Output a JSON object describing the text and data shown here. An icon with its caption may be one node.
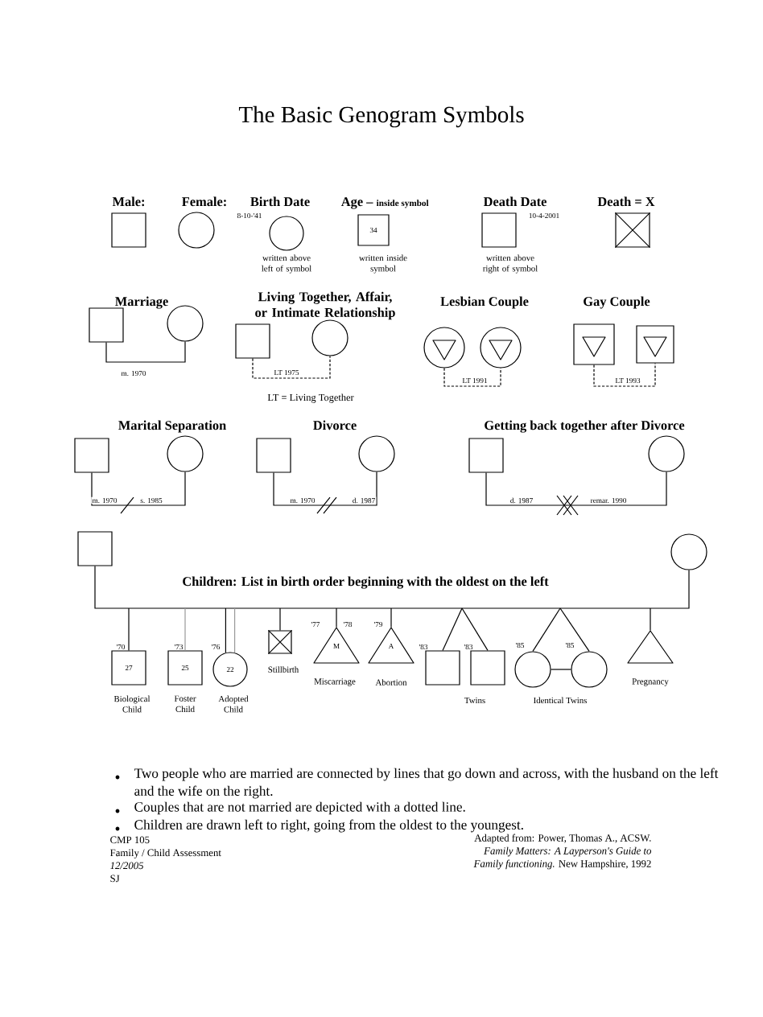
{
  "diagram": {
    "title": "The Basic Genogram Symbols",
    "nodes": [
      {
        "text": [],
        "shape": "box"
      },
      {
        "text": [],
        "shape": "circle"
      },
      {
        "text": [],
        "shape": "circle",
        "beside": [
          "8-10-'41"
        ]
      },
      {
        "text": [
          "34"
        ]
      },
      {
        "text": [],
        "shape": "box",
        "beside": [
          "10-4-2001"
        ]
      },
      {
        "text": [],
        "shape": "box"
      },
      {
        "text": [],
        "shape": "box"
      },
      {
        "text": [],
        "shape": "circle"
      },
      {
        "text": [],
        "shape": "box"
      },
      {
        "text": [],
        "shape": "circle"
      },
      {
        "text": [],
        "shape": "circle"
      },
      {
        "text": [],
        "shape": "triangle",
        "in": 10
      },
      {
        "text": [],
        "shape": "circle"
      },
      {
        "text": [],
        "shape": "triangle",
        "in": 12
      },
      {
        "text": [],
        "shape": "box"
      },
      {
        "text": [],
        "shape": "triangle",
        "in": 14
      },
      {
        "text": [],
        "shape": "box"
      },
      {
        "text": [],
        "shape": "triangle",
        "in": 16
      },
      {
        "text": [],
        "shape": "box"
      },
      {
        "text": [],
        "shape": "circle"
      },
      {
        "text": [],
        "shape": "box"
      },
      {
        "text": [],
        "shape": "circle"
      },
      {
        "text": [],
        "shape": "box"
      },
      {
        "text": [],
        "shape": "circle"
      },
      {
        "text": [],
        "shape": "box"
      },
      {
        "text": [],
        "shape": "circle"
      },
      {
        "text": [
          "27"
        ],
        "beside": [
          "'70",
          "Biological Child"
        ]
      },
      {
        "text": [
          "25"
        ],
        "beside": [
          "'73",
          "Foster Child"
        ]
      },
      {
        "text": [
          "22"
        ],
        "beside": [
          "'76",
          "Adopted Child"
        ]
      },
      {
        "text": [],
        "shape": "box",
        "beside": [
          "Stillbirth"
        ]
      },
      {
        "text": [
          "M"
        ],
        "beside": [
          "'77",
          "'78",
          "Miscarriage"
        ]
      },
      {
        "text": [
          "A"
        ],
        "beside": [
          "'79",
          "Abortion"
        ]
      },
      {
        "text": [],
        "shape": "box",
        "beside": [
          "'83"
        ]
      },
      {
        "text": [],
        "shape": "box",
        "beside": [
          "'83"
        ]
      },
      {
        "text": [],
        "shape": "circle",
        "beside": [
          "'85"
        ]
      },
      {
        "text": [],
        "shape": "circle",
        "beside": [
          "'85"
        ]
      },
      {
        "text": [],
        "shape": "triangle",
        "beside": [
          "Pregnancy"
        ]
      }
    ],
    "edges": [
      {
        "from": 6,
        "to": 7,
        "arrow": "none",
        "label": "m. 1970"
      },
      {
        "from": 8,
        "to": 9,
        "arrow": "none",
        "label": "LT 1975",
        "style": "dashed"
      },
      {
        "from": 10,
        "to": 12,
        "arrow": "none",
        "label": "LT 1991",
        "style": "dashed"
      },
      {
        "from": 14,
        "to": 16,
        "arrow": "none",
        "label": "LT 1993",
        "style": "dashed"
      },
      {
        "from": 18,
        "to": 19,
        "arrow": "none",
        "label": "m. 1970"
      },
      {
        "from": 20,
        "to": 21,
        "arrow": "none",
        "label": "m. 1970"
      },
      {
        "from": 22,
        "to": 23,
        "arrow": "none",
        "label": "d. 1987"
      },
      {
        "from": 24,
        "to": 25,
        "arrow": "none"
      },
      {
        "from": null,
        "to": 26,
        "arrow": "none"
      },
      {
        "from": null,
        "to": 27,
        "arrow": "none",
        "color": "#999999"
      },
      {
        "from": null,
        "to": 28,
        "arrow": "none"
      },
      {
        "from": null,
        "to": 29,
        "arrow": "none"
      },
      {
        "from": null,
        "to": 30,
        "arrow": "none"
      },
      {
        "from": null,
        "to": 31,
        "arrow": "none"
      },
      {
        "from": null,
        "to": 32,
        "arrow": "none"
      },
      {
        "from": null,
        "to": 33,
        "arrow": "none"
      },
      {
        "from": null,
        "to": 34,
        "arrow": "none"
      },
      {
        "from": null,
        "to": 35,
        "arrow": "none"
      },
      {
        "from": 34,
        "to": 35,
        "arrow": "none"
      },
      {
        "from": null,
        "to": 36,
        "arrow": "none"
      },
      {
        "from": null,
        "to": 28,
        "arrow": "none",
        "color": "#999999"
      }
    ],
    "labels": [
      "Male:",
      "Female:",
      "Birth Date",
      "Age –",
      "inside symbol",
      "Death Date",
      "Death = X",
      "written above left of symbol",
      "written inside symbol",
      "written above right of symbol",
      "Marriage",
      "Living Together, Affair, or Intimate Relationship",
      "Lesbian Couple",
      "Gay Couple",
      "LT = Living Together",
      "Marital Separation",
      "Divorce",
      "Getting back together after Divorce",
      "s. 1985",
      "d. 1987",
      "remar. 1990",
      "Children: List in birth order beginning with the oldest on the left",
      "Twins",
      "Identical Twins",
      "Two people who are married are connected by lines that go down and across, with the husband on the left and the wife on the right.",
      "Couples that are not married are depicted with a dotted line.",
      "Children are drawn left to right, going from the oldest to the youngest.",
      "CMP 105",
      "Family / Child Assessment",
      "12/2005",
      "SJ",
      "Adapted from: Power, Thomas A., ACSW. *Family Matters: A Layperson's Guide to Family functioning.* New Hampshire, 1992"
    ]
  }
}
